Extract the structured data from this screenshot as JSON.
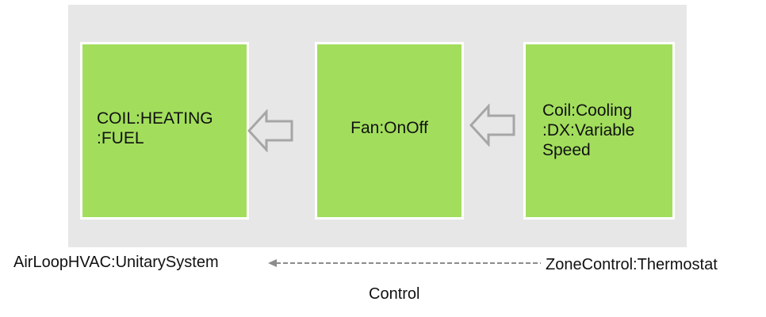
{
  "diagram": {
    "components": [
      {
        "id": "heating",
        "label": "COIL:HEATING\n:FUEL"
      },
      {
        "id": "fan",
        "label": "Fan:OnOff"
      },
      {
        "id": "cooling",
        "label": "Coil:Cooling\n:DX:Variable\nSpeed"
      }
    ],
    "system_label": "AirLoopHVAC:UnitarySystem",
    "thermostat_label": "ZoneControl:Thermostat",
    "control_label": "Control"
  },
  "colors": {
    "panel_background": "#e7e7e7",
    "component_fill": "#a2de5c",
    "flow_arrow": "#a6a6a6",
    "control_arrow": "#8c8c8c"
  }
}
